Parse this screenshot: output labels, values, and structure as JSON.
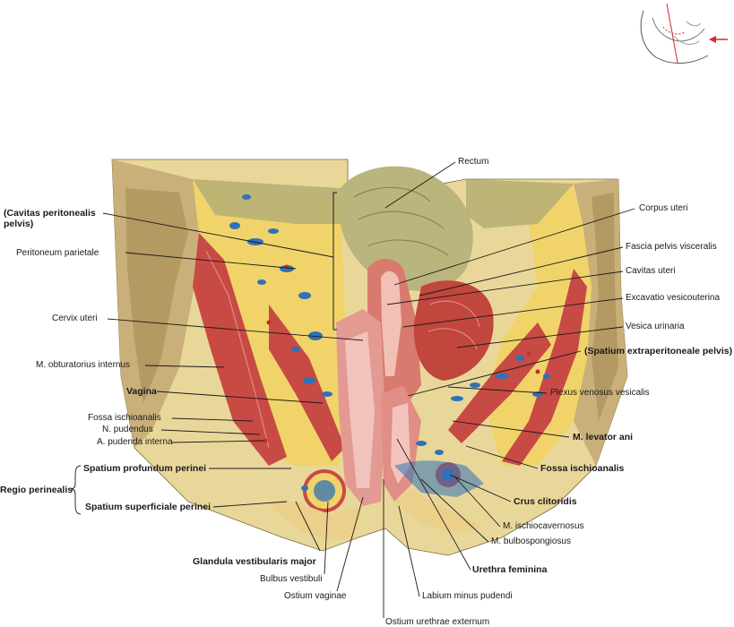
{
  "labels": {
    "rectum": "Rectum",
    "cavitas_peritonealis_1": "(Cavitas peritonealis",
    "cavitas_peritonealis_2": "pelvis)",
    "peritoneum_parietale": "Peritoneum parietale",
    "cervix_uteri": "Cervix uteri",
    "m_obturatorius_internus": "M. obturatorius internus",
    "vagina": "Vagina",
    "fossa_ischioanalis_left": "Fossa ischioanalis",
    "n_pudendus": "N. pudendus",
    "a_pudenda_interna": "A. pudenda interna",
    "regio_perinealis": "Regio perinealis",
    "spatium_profundum_perinei": "Spatium profundum perinei",
    "spatium_superficiale_perinei": "Spatium superficiale perinei",
    "glandula_vestibularis_major": "Glandula vestibularis major",
    "bulbus_vestibuli": "Bulbus vestibuli",
    "ostium_vaginae": "Ostium vaginae",
    "ostium_urethrae_externum": "Ostium urethrae externum",
    "corpus_uteri": "Corpus uteri",
    "fascia_pelvis_visceralis": "Fascia pelvis visceralis",
    "cavitas_uteri": "Cavitas uteri",
    "excavatio_vesicouterina": "Excavatio vesicouterina",
    "vesica_urinaria": "Vesica urinaria",
    "spatium_extraperitoneale_pelvis": "(Spatium extraperitoneale pelvis)",
    "plexus_venosus_vesicalis": "Plexus venosus vesicalis",
    "m_levator_ani": "M. levator ani",
    "fossa_ischioanalis_right": "Fossa ischioanalis",
    "crus_clitoridis": "Crus clitoridis",
    "m_ischiocavernosus": "M. ischiocavernosus",
    "m_bulbospongiosus": "M. bulbospongiosus",
    "urethra_feminina": "Urethra feminina",
    "labium_minus_pudendi": "Labium minus pudendi"
  },
  "colors": {
    "line": "#1a1a1a",
    "orientation_arrow": "#d8262e",
    "bone": "#c9b07a",
    "fat": "#f0d46a",
    "muscle": "#c84a44",
    "vein": "#2f72b8",
    "rectum": "#b9b57c",
    "mucosa": "#e9a4a0"
  }
}
